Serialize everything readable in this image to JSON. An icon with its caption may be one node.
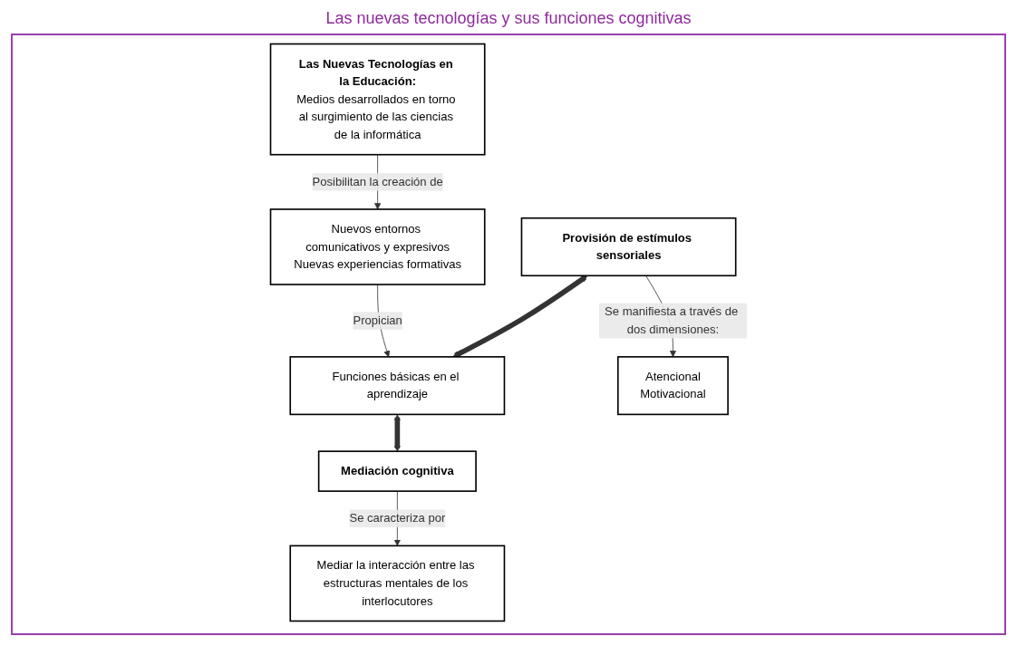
{
  "diagram": {
    "title": "Las nuevas tecnologías y sus funciones cognitivas",
    "nodes": [
      {
        "text": [
          "Las Nuevas Tecnologías en la Educación:",
          "Medios desarrollados en torno al surgimiento de las ciencias de la informática"
        ]
      },
      {
        "text": [
          "Nuevos entornos comunicativos y expresivos",
          "Nuevas experiencias formativas"
        ]
      },
      {
        "text": [
          "Funciones básicas en el aprendizaje"
        ]
      },
      {
        "text": [
          "Provisión de estímulos sensoriales"
        ]
      },
      {
        "text": [
          "Atencional",
          "Motivacional"
        ]
      },
      {
        "text": [
          "Mediar la interacción entre las estructuras mentales de los interlocutores"
        ]
      },
      {
        "text": [
          "Mediación cognitiva"
        ]
      }
    ],
    "edges": [
      {
        "from": 0,
        "to": 1,
        "arrow": "to",
        "label": "Posibilitan la creación de"
      },
      {
        "from": 1,
        "to": 2,
        "arrow": "to",
        "label": "Propician"
      },
      {
        "from": 3,
        "to": 4,
        "arrow": "to",
        "label": "Se manifiesta a través de dos dimensiones:"
      },
      {
        "from": 3,
        "to": 2,
        "arrow": "both",
        "style": "thick"
      },
      {
        "from": 2,
        "to": 6,
        "arrow": "both",
        "style": "thick"
      },
      {
        "from": 6,
        "to": 5,
        "arrow": "to",
        "label": "Se caracteriza por"
      }
    ]
  }
}
